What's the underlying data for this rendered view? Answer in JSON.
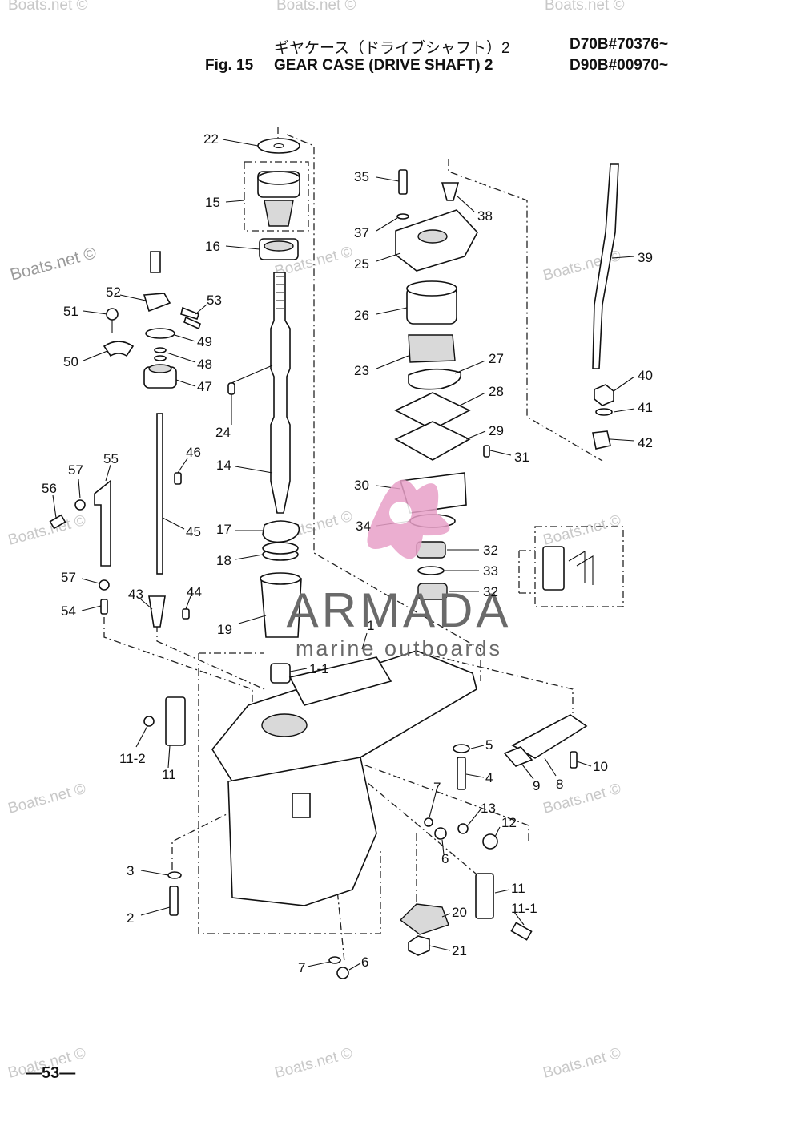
{
  "header": {
    "jp_title": "ギヤケース（ドライブシャフト）2",
    "fig_label": "Fig. 15",
    "title": "GEAR CASE (DRIVE SHAFT)  2",
    "serial_1": "D70B#70376~",
    "serial_2": "D90B#00970~"
  },
  "page_number": "—53—",
  "watermark": {
    "site": "Boats.net ©",
    "brand": "ARMADA",
    "tagline": "marine outboards",
    "brand_color": "#e8a0c8"
  },
  "callouts": {
    "p22": "22",
    "p15": "15",
    "p16": "16",
    "p52": "52",
    "p53": "53",
    "p51": "51",
    "p49": "49",
    "p48": "48",
    "p50": "50",
    "p47": "47",
    "p24": "24",
    "p14": "14",
    "p46": "46",
    "p55": "55",
    "p57a": "57",
    "p56": "56",
    "p45": "45",
    "p17": "17",
    "p18": "18",
    "p57b": "57",
    "p43": "43",
    "p44": "44",
    "p54": "54",
    "p19": "19",
    "p1": "1",
    "p1_1": "1-1",
    "p35": "35",
    "p38": "38",
    "p37": "37",
    "p25": "25",
    "p39": "39",
    "p26": "26",
    "p27": "27",
    "p23": "23",
    "p40": "40",
    "p28": "28",
    "p41": "41",
    "p29": "29",
    "p42": "42",
    "p31": "31",
    "p30": "30",
    "p34": "34",
    "p32a": "32",
    "p33": "33",
    "p32b": "32",
    "p11_2": "11-2",
    "p11a": "11",
    "p5": "5",
    "p4": "4",
    "p10": "10",
    "p9": "9",
    "p8": "8",
    "p7a": "7",
    "p13": "13",
    "p12": "12",
    "p6a": "6",
    "p3": "3",
    "p11b": "11",
    "p11_1": "11-1",
    "p20": "20",
    "p2": "2",
    "p21": "21",
    "p7b": "7",
    "p6b": "6"
  }
}
